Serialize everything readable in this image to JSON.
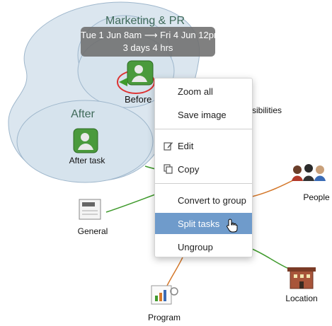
{
  "groups": {
    "marketing": {
      "title": "Marketing & PR"
    },
    "after": {
      "title": "After"
    }
  },
  "tooltip": {
    "line1": "Tue 1 Jun 8am ⟶ Fri 4 Jun 12pm",
    "line2": "3 days 4 hrs"
  },
  "nodes": {
    "before": "Before",
    "after_task": "After task",
    "responsibilities_partial": "sibilities",
    "general": "General",
    "people": "People",
    "program": "Program",
    "location": "Location"
  },
  "context_menu": {
    "items": [
      {
        "label": "Zoom all",
        "icon": ""
      },
      {
        "label": "Save image",
        "icon": ""
      },
      {
        "label": "Edit",
        "icon": "pencil-icon"
      },
      {
        "label": "Copy",
        "icon": "copy-icon"
      },
      {
        "label": "Convert to group",
        "icon": ""
      },
      {
        "label": "Split tasks",
        "icon": "",
        "highlighted": true
      },
      {
        "label": "Ungroup",
        "icon": ""
      }
    ]
  },
  "colors": {
    "group_fill": "#dbe6ef",
    "group_stroke": "#9fb7cc",
    "menu_highlight": "#6f9bcb",
    "link_green": "#3f9a2c",
    "link_orange": "#d4782b"
  }
}
